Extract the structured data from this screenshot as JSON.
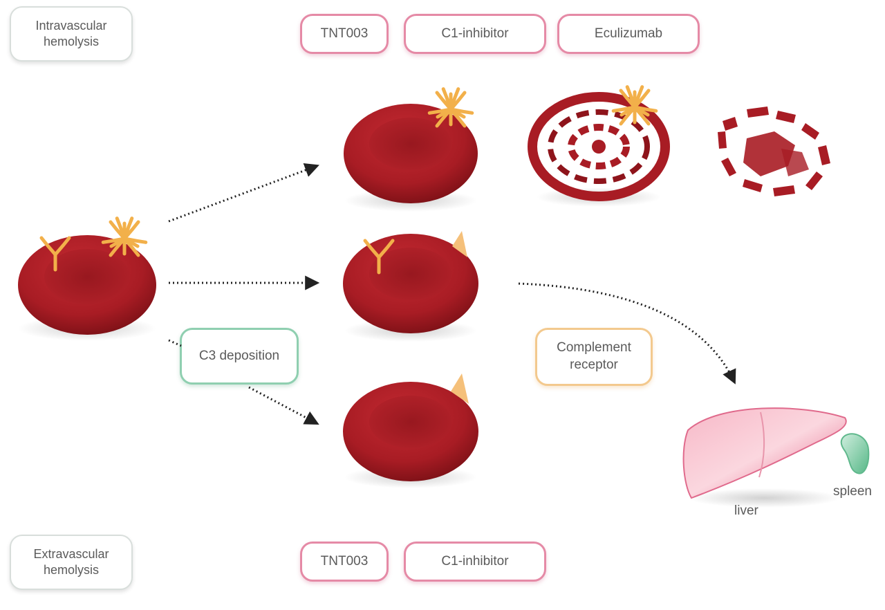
{
  "labels": {
    "intravascular": "Intravascular\nhemolysis",
    "extravascular": "Extravascular\nhemolysis",
    "c3_deposition": "C3 deposition",
    "complement_receptor": "Complement\nreceptor",
    "liver": "liver",
    "spleen": "spleen"
  },
  "drugs_top": [
    "TNT003",
    "C1-inhibitor",
    "Eculizumab"
  ],
  "drugs_bottom": [
    "TNT003",
    "C1-inhibitor"
  ],
  "colors": {
    "rbc": "#a81c24",
    "rbc_dark": "#6e0d12",
    "antibody": "#f2b04a",
    "c3": "#f5c07a",
    "drug_border": "#e58aa6",
    "liver": "#e8708f",
    "spleen": "#7cc7a2"
  }
}
